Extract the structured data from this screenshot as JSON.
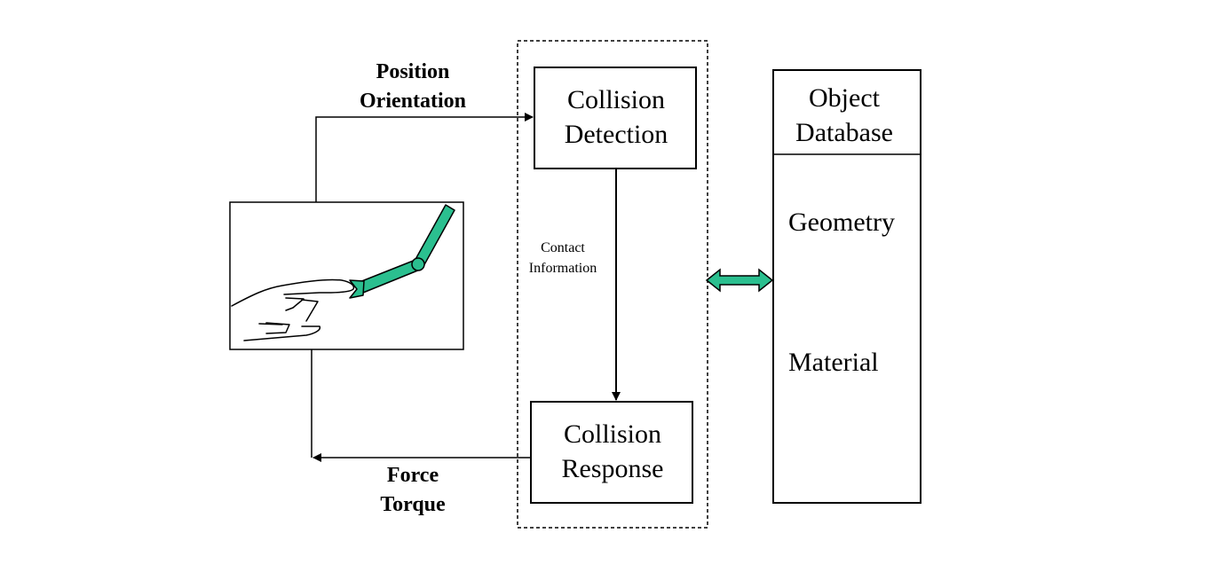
{
  "labels": {
    "position": "Position",
    "orientation": "Orientation",
    "force": "Force",
    "torque": "Torque",
    "contact_1": "Contact",
    "contact_2": "Information"
  },
  "boxes": {
    "collision_detection": {
      "line1": "Collision",
      "line2": "Detection"
    },
    "collision_response": {
      "line1": "Collision",
      "line2": "Response"
    },
    "object_database": {
      "line1": "Object",
      "line2": "Database",
      "item1": "Geometry",
      "item2": "Material"
    }
  },
  "colors": {
    "accent": "#2bbf8f",
    "line": "#000000"
  }
}
